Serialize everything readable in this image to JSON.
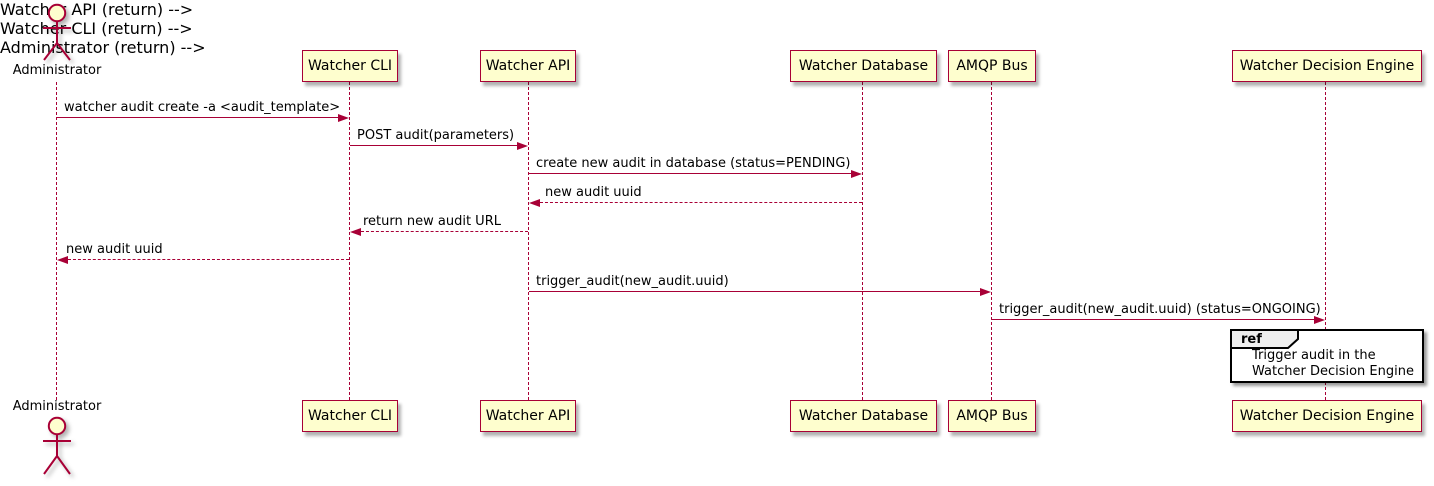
{
  "diagram": {
    "type": "sequence-diagram",
    "actor": {
      "name": "Administrator"
    },
    "participants": [
      {
        "label": "Watcher CLI"
      },
      {
        "label": "Watcher API"
      },
      {
        "label": "Watcher Database"
      },
      {
        "label": "AMQP Bus"
      },
      {
        "label": "Watcher Decision Engine"
      }
    ],
    "messages": [
      {
        "from": "Administrator",
        "to": "Watcher CLI",
        "label": "watcher audit create -a <audit_template>",
        "line": "solid"
      },
      {
        "from": "Watcher CLI",
        "to": "Watcher API",
        "label": "POST audit(parameters)",
        "line": "solid"
      },
      {
        "from": "Watcher API",
        "to": "Watcher Database",
        "label": "create new audit in database (status=PENDING)",
        "line": "solid"
      },
      {
        "from": "Watcher Database",
        "to": "Watcher API",
        "label": "new audit uuid",
        "line": "dashed"
      },
      {
        "from": "Watcher API",
        "to": "Watcher CLI",
        "label": "return new audit URL",
        "line": "dashed"
      },
      {
        "from": "Watcher CLI",
        "to": "Administrator",
        "label": "new audit uuid",
        "line": "dashed"
      },
      {
        "from": "Watcher API",
        "to": "AMQP Bus",
        "label": "trigger_audit(new_audit.uuid)",
        "line": "solid"
      },
      {
        "from": "AMQP Bus",
        "to": "Watcher Decision Engine",
        "label": "trigger_audit(new_audit.uuid) (status=ONGOING)",
        "line": "solid"
      }
    ],
    "ref": {
      "keyword": "ref",
      "text": "Trigger audit in the\nWatcher Decision Engine"
    },
    "colors": {
      "background": "#FFFFFF",
      "participant_fill": "#FEFECE",
      "participant_border": "#A80036",
      "line": "#A80036",
      "text": "#000000",
      "ref_border": "#000000",
      "ref_tab_fill": "#EEEEEE",
      "ref_fill": "#FFFFFF"
    }
  }
}
